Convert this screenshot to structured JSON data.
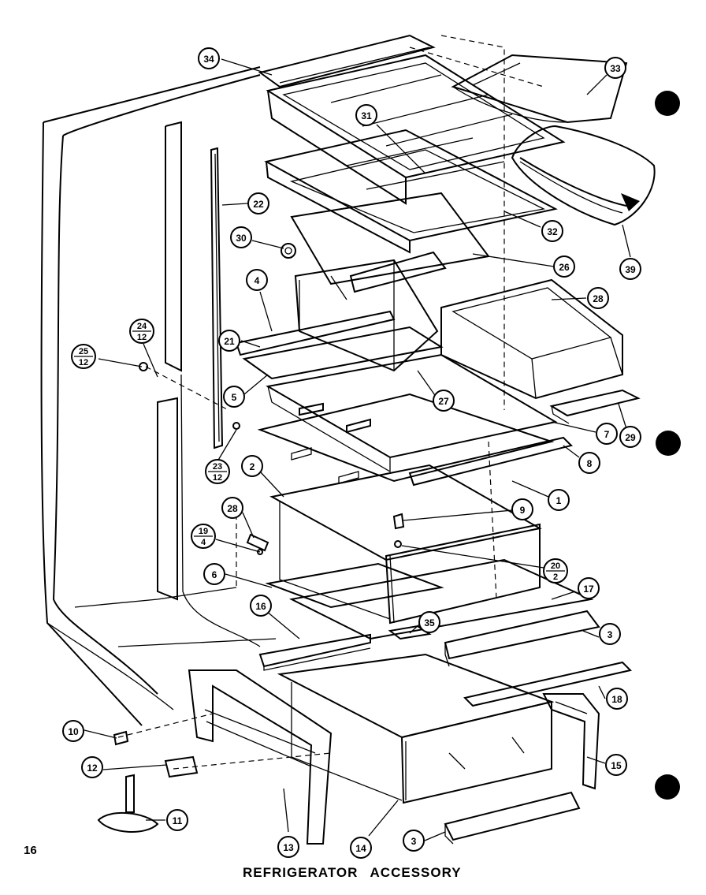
{
  "page_number": "16",
  "caption": "REFRIGERATOR ACCESSORY",
  "callouts": [
    {
      "id": "34",
      "top": "34"
    },
    {
      "id": "33",
      "top": "33"
    },
    {
      "id": "31",
      "top": "31"
    },
    {
      "id": "22",
      "top": "22"
    },
    {
      "id": "32",
      "top": "32"
    },
    {
      "id": "30",
      "top": "30"
    },
    {
      "id": "26",
      "top": "26"
    },
    {
      "id": "39",
      "top": "39"
    },
    {
      "id": "4",
      "top": "4"
    },
    {
      "id": "28a",
      "top": "28"
    },
    {
      "id": "24-12",
      "top": "24",
      "bottom": "12"
    },
    {
      "id": "25-12",
      "top": "25",
      "bottom": "12"
    },
    {
      "id": "21",
      "top": "21"
    },
    {
      "id": "5",
      "top": "5"
    },
    {
      "id": "27",
      "top": "27"
    },
    {
      "id": "7",
      "top": "7"
    },
    {
      "id": "29",
      "top": "29"
    },
    {
      "id": "23-12",
      "top": "23",
      "bottom": "12"
    },
    {
      "id": "8",
      "top": "8"
    },
    {
      "id": "2",
      "top": "2"
    },
    {
      "id": "1",
      "top": "1"
    },
    {
      "id": "28b",
      "top": "28"
    },
    {
      "id": "9",
      "top": "9"
    },
    {
      "id": "19-4",
      "top": "19",
      "bottom": "4"
    },
    {
      "id": "20-2",
      "top": "20",
      "bottom": "2"
    },
    {
      "id": "6",
      "top": "6"
    },
    {
      "id": "17",
      "top": "17"
    },
    {
      "id": "16",
      "top": "16"
    },
    {
      "id": "35",
      "top": "35"
    },
    {
      "id": "3a",
      "top": "3"
    },
    {
      "id": "18",
      "top": "18"
    },
    {
      "id": "10",
      "top": "10"
    },
    {
      "id": "15",
      "top": "15"
    },
    {
      "id": "12",
      "top": "12"
    },
    {
      "id": "11",
      "top": "11"
    },
    {
      "id": "13",
      "top": "13"
    },
    {
      "id": "14",
      "top": "14"
    },
    {
      "id": "3b",
      "top": "3"
    }
  ]
}
